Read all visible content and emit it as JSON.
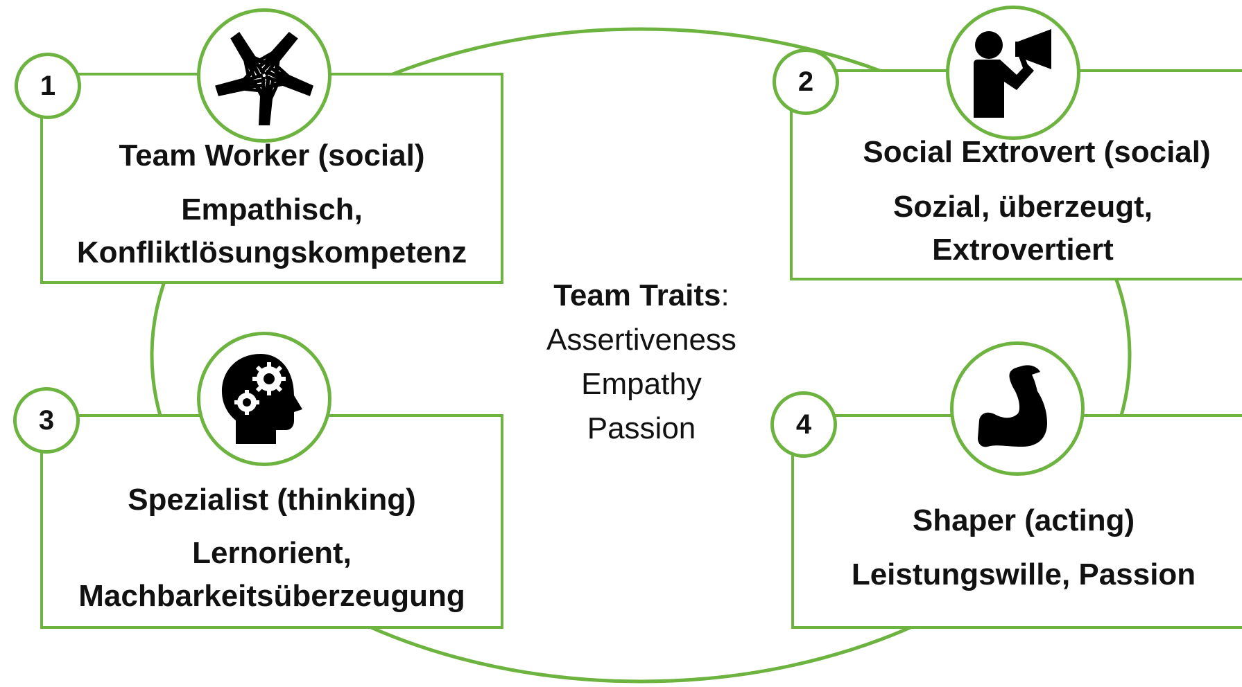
{
  "colors": {
    "accent": "#6db33f",
    "text": "#111111",
    "icon": "#000000"
  },
  "center": {
    "heading": "Team Traits",
    "colon": ":",
    "traits": [
      "Assertiveness",
      "Empathy",
      "Passion"
    ]
  },
  "roles": [
    {
      "number": "1",
      "icon": "hands-circle-icon",
      "title": "Team Worker (social)",
      "traits_line1": "Empathisch,",
      "traits_line2": "Konfliktlösungskompetenz"
    },
    {
      "number": "2",
      "icon": "megaphone-person-icon",
      "title": "Social Extrovert (social)",
      "traits_line1": "Sozial, überzeugt,",
      "traits_line2": "Extrovertiert"
    },
    {
      "number": "3",
      "icon": "head-gears-icon",
      "title": "Spezialist (thinking)",
      "traits_line1": "Lernorient,",
      "traits_line2": "Machbarkeitsüberzeugung"
    },
    {
      "number": "4",
      "icon": "flexed-arm-icon",
      "title": "Shaper (acting)",
      "traits_line1": "Leistungswille, Passion",
      "traits_line2": ""
    }
  ]
}
